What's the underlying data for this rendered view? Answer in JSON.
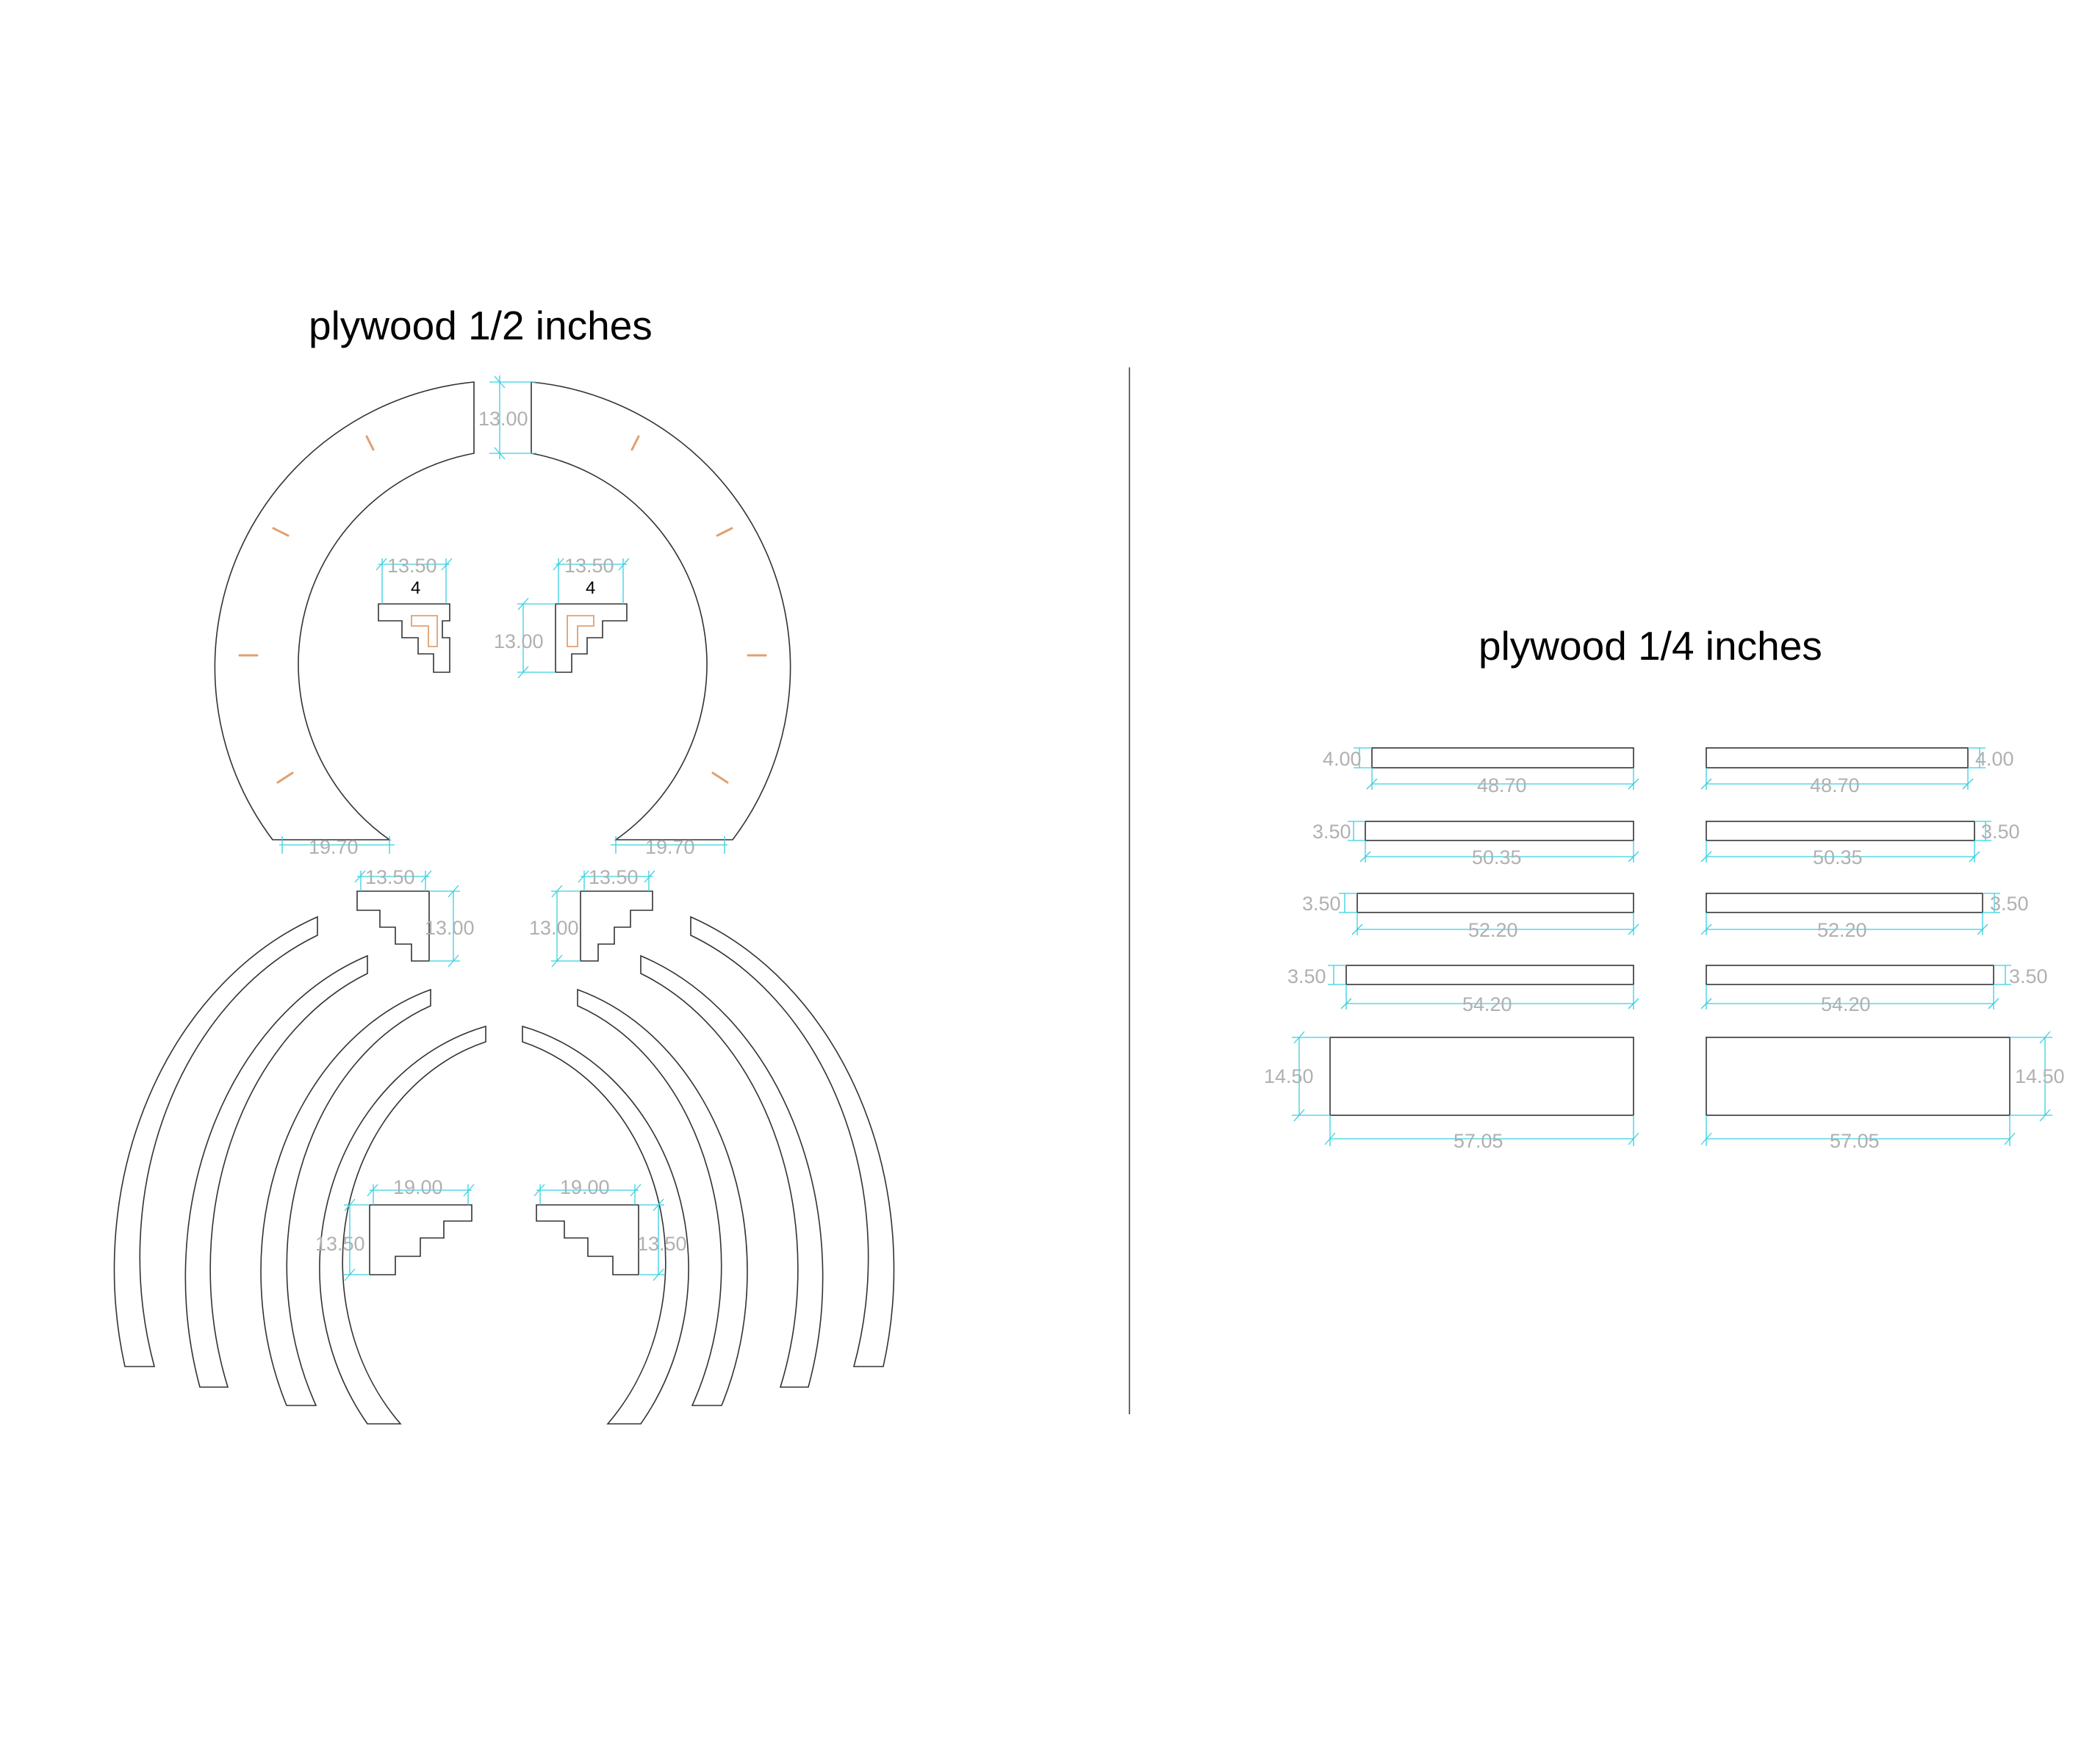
{
  "titles": {
    "left": "plywood 1/2 inches",
    "right": "plywood 1/4 inches"
  },
  "left_panel": {
    "ring_gap_height": "13.00",
    "ring_end_width": "19.70",
    "small_bracket_width": "13.50",
    "small_bracket_height": "13.00",
    "small_bracket_quantity": "4",
    "large_bracket_width": "19.00",
    "large_bracket_height": "13.50"
  },
  "right_panel": {
    "strips": [
      {
        "width": "48.70",
        "height": "4.00"
      },
      {
        "width": "50.35",
        "height": "3.50"
      },
      {
        "width": "52.20",
        "height": "3.50"
      },
      {
        "width": "54.20",
        "height": "3.50"
      },
      {
        "width": "57.05",
        "height": "14.50"
      }
    ]
  },
  "colors": {
    "part_outline": "#333333",
    "dimension_line": "#36d0e0",
    "dimension_text": "#b0b0b0",
    "slot_marks": "#e0a070"
  }
}
